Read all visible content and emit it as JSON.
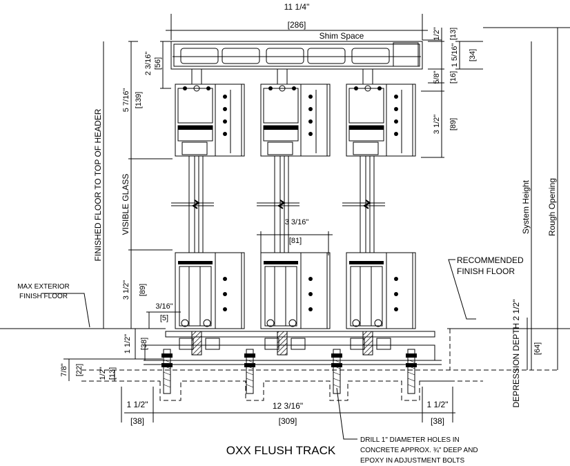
{
  "title": "OXX  FLUSH TRACK",
  "labels": {
    "shim_space": "Shim Space",
    "finished_floor_to_header": "FINISHED FLOOR TO TOP OF HEADER",
    "visible_glass": "VISIBLE GLASS",
    "system_height": "System Height",
    "rough_opening": "Rough Opening",
    "depression_depth": "DEPRESSION DEPTH 2 1/2\"",
    "max_exterior_line1": "MAX EXTERIOR",
    "max_exterior_line2": "FINISH FLOOR",
    "recommended_line1": "RECOMMENDED",
    "recommended_line2": "FINISH FLOOR",
    "drill_line1": "DRILL 1\" DIAMETER HOLES IN",
    "drill_line2": "CONCRETE APPROX. ¾\" DEEP AND",
    "drill_line3": "EPOXY IN ADJUSTMENT BOLTS"
  },
  "dimensions": {
    "top_width": "11 1/4\"",
    "top_width_mm": "[286]",
    "header_depth": "2 3/16\"",
    "header_depth_mm": "[56]",
    "top_panel": "5 7/16\"",
    "top_panel_mm": "[139]",
    "half_inch": "1/2\"",
    "half_inch_mm": "[13]",
    "one_5_16": "1 5/16\"",
    "one_5_16_mm": "[34]",
    "five_eighths": "5/8\"",
    "five_eighths_mm": "[16]",
    "upper_rail": "3 1/2\"",
    "upper_rail_mm": "[89]",
    "panel_width": "3 3/16\"",
    "panel_width_mm": "[81]",
    "lower_rail": "3 1/2\"",
    "lower_rail_mm": "[89]",
    "three_16": "3/16\"",
    "three_16_mm": "[5]",
    "track_height": "1 1/2\"",
    "track_height_mm": "[38]",
    "seven_eighths": "7/8\"",
    "seven_eighths_mm": "[22]",
    "bottom_half": "1/2\"",
    "bottom_half_mm": "[13]",
    "depression_mm": "[64]",
    "left_edge": "1 1/2\"",
    "left_edge_mm": "[38]",
    "bottom_width": "12 3/16\"",
    "bottom_width_mm": "[309]",
    "right_edge": "1 1/2\"",
    "right_edge_mm": "[38]"
  }
}
